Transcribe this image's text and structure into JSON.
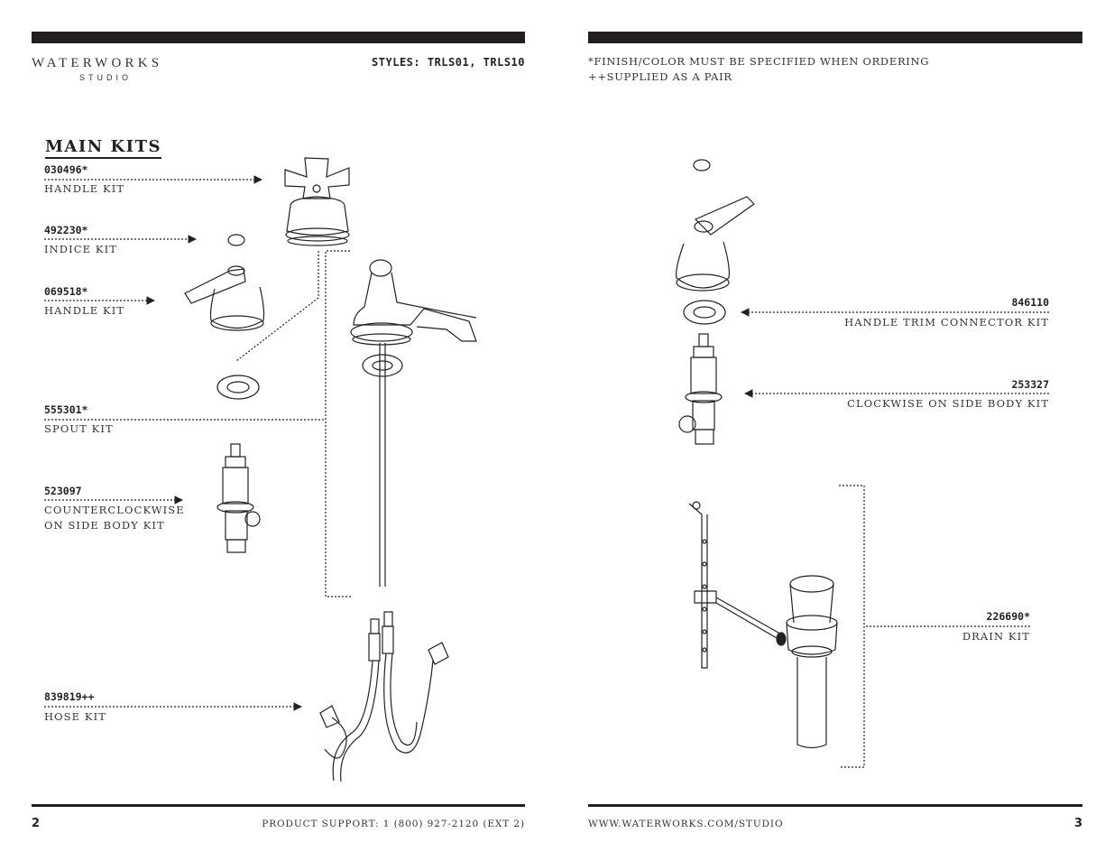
{
  "left_page": {
    "brand": "WATERWORKS",
    "brand_sub": "STUDIO",
    "styles": "STYLES: TRLS01, TRLS10",
    "section_title": "MAIN KITS",
    "parts": [
      {
        "code": "030496*",
        "name": "HANDLE KIT"
      },
      {
        "code": "492230*",
        "name": "INDICE KIT"
      },
      {
        "code": "069518*",
        "name": "HANDLE KIT"
      },
      {
        "code": "555301*",
        "name": "SPOUT KIT"
      },
      {
        "code": "523097",
        "name_line1": "COUNTERCLOCKWISE",
        "name_line2": "ON SIDE BODY KIT"
      },
      {
        "code": "839819++",
        "name": "HOSE KIT"
      }
    ],
    "page_number": "2",
    "footer": "PRODUCT SUPPORT: 1 (800) 927-2120 (EXT 2)"
  },
  "right_page": {
    "note_line1": "*FINISH/COLOR MUST BE SPECIFIED WHEN ORDERING",
    "note_line2": "++SUPPLIED AS A PAIR",
    "parts": [
      {
        "code": "846110",
        "name": "HANDLE TRIM CONNECTOR KIT"
      },
      {
        "code": "253327",
        "name": "CLOCKWISE ON SIDE BODY KIT"
      },
      {
        "code": "226690*",
        "name": "DRAIN KIT"
      }
    ],
    "footer": "WWW.WATERWORKS.COM/STUDIO",
    "page_number": "3"
  }
}
